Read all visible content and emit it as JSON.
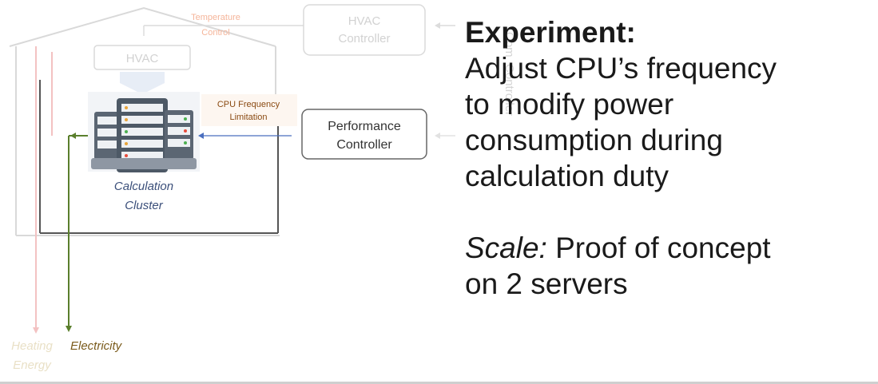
{
  "diagram": {
    "temperature_control": [
      "Temperature",
      "Control"
    ],
    "hvac_controller": [
      "HVAC",
      "Controller"
    ],
    "hvac": "HVAC",
    "hidden_controller_partial": [
      "Com",
      "Controller"
    ],
    "cpu_frequency_limitation": [
      "CPU Frequency",
      "Limitation"
    ],
    "performance_controller": [
      "Performance",
      "Controller"
    ],
    "calculation_cluster": [
      "Calculation",
      "Cluster"
    ],
    "heating_energy": [
      "Heating",
      "Energy"
    ],
    "electricity": "Electricity",
    "colors": {
      "electricity": "#5a7f2c",
      "heating": "#f2b8b8",
      "arrow_blue": "#4a6fbf",
      "cluster_text": "#3b4f7a",
      "limitation_text": "#8a4a12",
      "faded": "#d0d0d0"
    },
    "icons": [
      "server-rack-icon"
    ]
  },
  "panel": {
    "title": "Experiment:",
    "lines": [
      "Adjust CPU’s frequency",
      "to modify power",
      "consumption during",
      "calculation duty"
    ],
    "scale_label": "Scale:",
    "scale_lines": [
      " Proof of concept",
      "on 2 servers"
    ]
  }
}
